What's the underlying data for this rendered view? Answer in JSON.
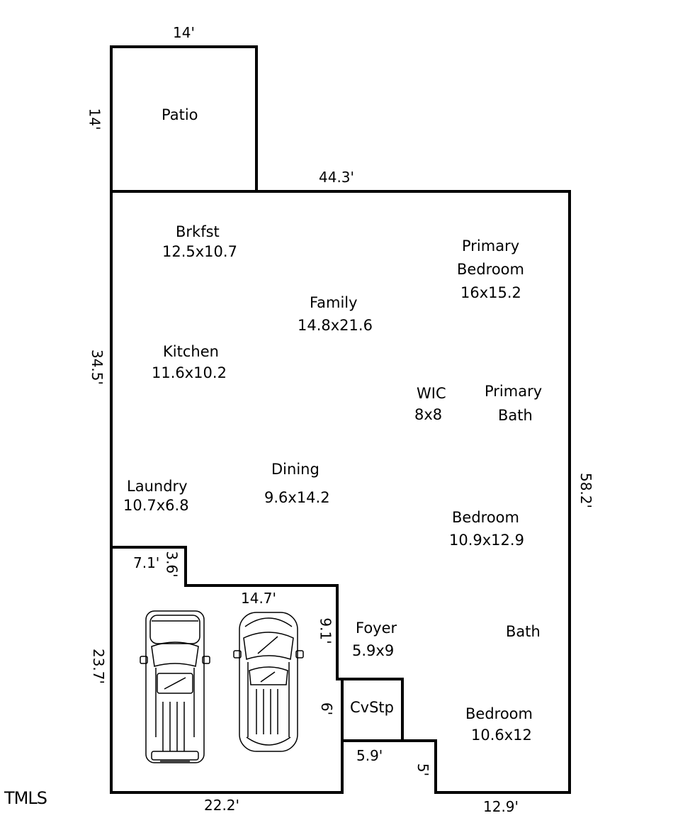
{
  "rooms": {
    "patio": {
      "name": "Patio"
    },
    "brkfst": {
      "name": "Brkfst",
      "size": "12.5x10.7"
    },
    "primary_bedroom": {
      "name_line1": "Primary",
      "name_line2": "Bedroom",
      "size": "16x15.2"
    },
    "family": {
      "name": "Family",
      "size": "14.8x21.6"
    },
    "kitchen": {
      "name": "Kitchen",
      "size": "11.6x10.2"
    },
    "wic": {
      "name": "WIC",
      "size": "8x8"
    },
    "primary_bath": {
      "name_line1": "Primary",
      "name_line2": "Bath"
    },
    "dining": {
      "name": "Dining",
      "size": "9.6x14.2"
    },
    "laundry": {
      "name": "Laundry",
      "size": "10.7x6.8"
    },
    "bedroom_1": {
      "name": "Bedroom",
      "size": "10.9x12.9"
    },
    "foyer": {
      "name": "Foyer",
      "size": "5.9x9"
    },
    "bath": {
      "name": "Bath"
    },
    "cvstp": {
      "name": "CvStp"
    },
    "bedroom_2": {
      "name": "Bedroom",
      "size": "10.6x12"
    }
  },
  "dimensions": {
    "patio_width": "14'",
    "patio_depth": "14'",
    "house_width_top": "44.3'",
    "left_upper": "34.5'",
    "right_side": "58.2'",
    "garage_notch_width": "7.1'",
    "garage_notch_depth": "3.6'",
    "garage_top": "14.7'",
    "garage_right": "9.1'",
    "garage_depth": "23.7'",
    "garage_bottom": "22.2'",
    "cvstp_side": "6'",
    "cvstp_bottom": "5.9'",
    "step_depth": "5'",
    "bottom_right": "12.9'"
  },
  "watermark": "TMLS"
}
